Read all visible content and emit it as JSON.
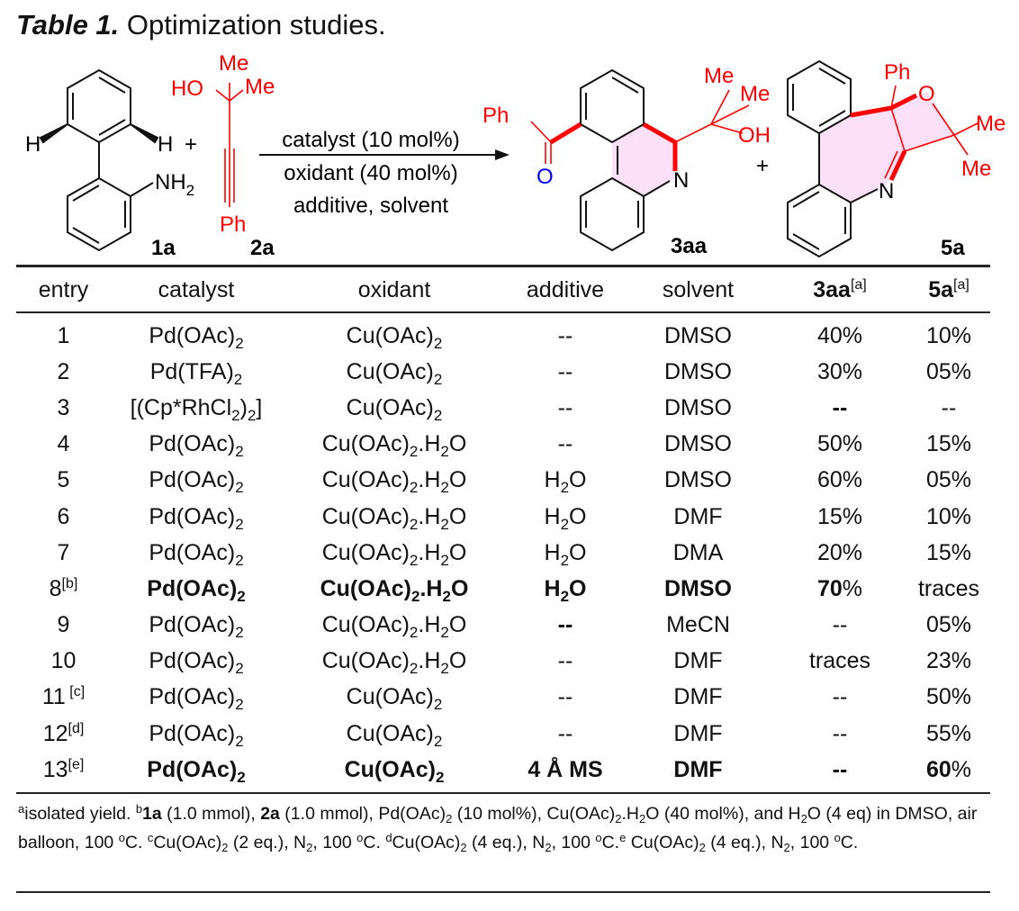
{
  "title": {
    "label": "Table 1.",
    "text": " Optimization studies."
  },
  "scheme": {
    "r1": {
      "h_left": "H",
      "h_right": "H",
      "nh": "NH",
      "nh_sub": "2",
      "plus": "+",
      "label": "1a"
    },
    "r2": {
      "ho": "HO",
      "me1": "Me",
      "me2": "Me",
      "ph": "Ph",
      "label": "2a"
    },
    "conditions": [
      "catalyst (10 mol%)",
      "oxidant (40 mol%)",
      "additive, solvent"
    ],
    "p1": {
      "ph": "Ph",
      "o": "O",
      "n": "N",
      "me1": "Me",
      "me2": "Me",
      "oh": "OH",
      "label": "3aa"
    },
    "plus2": "+",
    "p2": {
      "ph": "Ph",
      "o": "O",
      "n": "N",
      "me1": "Me",
      "me2": "Me",
      "label": "5a"
    },
    "colors": {
      "red": "#ff0000",
      "blue": "#0000ff",
      "pink": "#fbe0f8"
    }
  },
  "table": {
    "headers": [
      [
        {
          "t": "entry"
        }
      ],
      [
        {
          "t": "catalyst"
        }
      ],
      [
        {
          "t": "oxidant"
        }
      ],
      [
        {
          "t": "additive"
        }
      ],
      [
        {
          "t": "solvent"
        }
      ],
      [
        {
          "t": "3aa",
          "b": true
        },
        {
          "sup": "[a]"
        }
      ],
      [
        {
          "t": "5a",
          "b": true
        },
        {
          "sup": "[a]"
        }
      ]
    ],
    "rows": [
      [
        [
          {
            "t": "1"
          }
        ],
        [
          {
            "t": "Pd(OAc)"
          },
          {
            "sub": "2"
          }
        ],
        [
          {
            "t": "Cu(OAc)"
          },
          {
            "sub": "2"
          }
        ],
        [
          {
            "t": "--"
          }
        ],
        [
          {
            "t": "DMSO"
          }
        ],
        [
          {
            "t": "40%"
          }
        ],
        [
          {
            "t": "10%"
          }
        ]
      ],
      [
        [
          {
            "t": "2"
          }
        ],
        [
          {
            "t": "Pd(TFA)"
          },
          {
            "sub": "2"
          }
        ],
        [
          {
            "t": "Cu(OAc)"
          },
          {
            "sub": "2"
          }
        ],
        [
          {
            "t": "--"
          }
        ],
        [
          {
            "t": "DMSO"
          }
        ],
        [
          {
            "t": "30%"
          }
        ],
        [
          {
            "t": "05%"
          }
        ]
      ],
      [
        [
          {
            "t": "3"
          }
        ],
        [
          {
            "t": "[(Cp*RhCl"
          },
          {
            "sub": "2"
          },
          {
            "t": ")"
          },
          {
            "sub": "2"
          },
          {
            "t": "]"
          }
        ],
        [
          {
            "t": "Cu(OAc)"
          },
          {
            "sub": "2"
          }
        ],
        [
          {
            "t": "--"
          }
        ],
        [
          {
            "t": "DMSO"
          }
        ],
        [
          {
            "t": "--",
            "b": true
          }
        ],
        [
          {
            "t": "--"
          }
        ]
      ],
      [
        [
          {
            "t": "4"
          }
        ],
        [
          {
            "t": "Pd(OAc)"
          },
          {
            "sub": "2"
          }
        ],
        [
          {
            "t": "Cu(OAc)"
          },
          {
            "sub": "2"
          },
          {
            "t": ".H"
          },
          {
            "sub": "2"
          },
          {
            "t": "O"
          }
        ],
        [
          {
            "t": "--"
          }
        ],
        [
          {
            "t": "DMSO"
          }
        ],
        [
          {
            "t": "50%"
          }
        ],
        [
          {
            "t": "15%"
          }
        ]
      ],
      [
        [
          {
            "t": "5"
          }
        ],
        [
          {
            "t": "Pd(OAc)"
          },
          {
            "sub": "2"
          }
        ],
        [
          {
            "t": "Cu(OAc)"
          },
          {
            "sub": "2"
          },
          {
            "t": ".H"
          },
          {
            "sub": "2"
          },
          {
            "t": "O"
          }
        ],
        [
          {
            "t": "H"
          },
          {
            "sub": "2"
          },
          {
            "t": "O"
          }
        ],
        [
          {
            "t": "DMSO"
          }
        ],
        [
          {
            "t": "60%"
          }
        ],
        [
          {
            "t": "05%"
          }
        ]
      ],
      [
        [
          {
            "t": "6"
          }
        ],
        [
          {
            "t": "Pd(OAc)"
          },
          {
            "sub": "2"
          }
        ],
        [
          {
            "t": "Cu(OAc)"
          },
          {
            "sub": "2"
          },
          {
            "t": ".H"
          },
          {
            "sub": "2"
          },
          {
            "t": "O"
          }
        ],
        [
          {
            "t": "H"
          },
          {
            "sub": "2"
          },
          {
            "t": "O"
          }
        ],
        [
          {
            "t": "DMF"
          }
        ],
        [
          {
            "t": "15%"
          }
        ],
        [
          {
            "t": "10%"
          }
        ]
      ],
      [
        [
          {
            "t": "7"
          }
        ],
        [
          {
            "t": "Pd(OAc)"
          },
          {
            "sub": "2"
          }
        ],
        [
          {
            "t": "Cu(OAc)"
          },
          {
            "sub": "2"
          },
          {
            "t": ".H"
          },
          {
            "sub": "2"
          },
          {
            "t": "O"
          }
        ],
        [
          {
            "t": "H"
          },
          {
            "sub": "2"
          },
          {
            "t": "O"
          }
        ],
        [
          {
            "t": "DMA"
          }
        ],
        [
          {
            "t": "20%"
          }
        ],
        [
          {
            "t": "15%"
          }
        ]
      ],
      [
        [
          {
            "t": "8"
          },
          {
            "sup": "[b]"
          }
        ],
        [
          {
            "t": "Pd(OAc)",
            "b": true
          },
          {
            "sub": "2",
            "b": true
          }
        ],
        [
          {
            "t": "Cu(OAc)",
            "b": true
          },
          {
            "sub": "2",
            "b": true
          },
          {
            "t": ".H",
            "b": true
          },
          {
            "sub": "2",
            "b": true
          },
          {
            "t": "O",
            "b": true
          }
        ],
        [
          {
            "t": "H",
            "b": true
          },
          {
            "sub": "2",
            "b": true
          },
          {
            "t": "O",
            "b": true
          }
        ],
        [
          {
            "t": "DMSO",
            "b": true
          }
        ],
        [
          {
            "t": "70",
            "b": true
          },
          {
            "t": "%"
          }
        ],
        [
          {
            "t": "traces"
          }
        ]
      ],
      [
        [
          {
            "t": "9"
          }
        ],
        [
          {
            "t": "Pd(OAc)"
          },
          {
            "sub": "2"
          }
        ],
        [
          {
            "t": "Cu(OAc)"
          },
          {
            "sub": "2"
          },
          {
            "t": ".H"
          },
          {
            "sub": "2"
          },
          {
            "t": "O"
          }
        ],
        [
          {
            "t": "--",
            "b": true
          }
        ],
        [
          {
            "t": "MeCN"
          }
        ],
        [
          {
            "t": "--"
          }
        ],
        [
          {
            "t": "05%"
          }
        ]
      ],
      [
        [
          {
            "t": "10"
          }
        ],
        [
          {
            "t": "Pd(OAc)"
          },
          {
            "sub": "2"
          }
        ],
        [
          {
            "t": "Cu(OAc)"
          },
          {
            "sub": "2"
          },
          {
            "t": ".H"
          },
          {
            "sub": "2"
          },
          {
            "t": "O"
          }
        ],
        [
          {
            "t": "--"
          }
        ],
        [
          {
            "t": "DMF"
          }
        ],
        [
          {
            "t": "traces"
          }
        ],
        [
          {
            "t": "23%"
          }
        ]
      ],
      [
        [
          {
            "t": "11"
          },
          {
            "sup": " [c]"
          }
        ],
        [
          {
            "t": "Pd(OAc)"
          },
          {
            "sub": "2"
          }
        ],
        [
          {
            "t": "Cu(OAc)"
          },
          {
            "sub": "2"
          }
        ],
        [
          {
            "t": "--"
          }
        ],
        [
          {
            "t": "DMF"
          }
        ],
        [
          {
            "t": "--"
          }
        ],
        [
          {
            "t": "50%"
          }
        ]
      ],
      [
        [
          {
            "t": "12"
          },
          {
            "sup": "[d]"
          }
        ],
        [
          {
            "t": "Pd(OAc)"
          },
          {
            "sub": "2"
          }
        ],
        [
          {
            "t": "Cu(OAc)"
          },
          {
            "sub": "2"
          }
        ],
        [
          {
            "t": "--"
          }
        ],
        [
          {
            "t": "DMF"
          }
        ],
        [
          {
            "t": "--"
          }
        ],
        [
          {
            "t": "55%"
          }
        ]
      ],
      [
        [
          {
            "t": "13"
          },
          {
            "sup": "[e]"
          }
        ],
        [
          {
            "t": "Pd(OAc)",
            "b": true
          },
          {
            "sub": "2",
            "b": true
          }
        ],
        [
          {
            "t": "Cu(OAc)",
            "b": true
          },
          {
            "sub": "2",
            "b": true
          }
        ],
        [
          {
            "t": "4 Å MS",
            "b": true
          }
        ],
        [
          {
            "t": "DMF",
            "b": true
          }
        ],
        [
          {
            "t": "--",
            "b": true
          }
        ],
        [
          {
            "t": "60",
            "b": true
          },
          {
            "t": "%"
          }
        ]
      ]
    ]
  },
  "footnote": [
    {
      "sup": "a"
    },
    {
      "t": "isolated yield. "
    },
    {
      "sup": "b"
    },
    {
      "t": "1a",
      "b": true
    },
    {
      "t": " (1.0 mmol), "
    },
    {
      "t": "2a",
      "b": true
    },
    {
      "t": " (1.0 mmol), Pd(OAc)"
    },
    {
      "sub": "2"
    },
    {
      "t": " (10 mol%), Cu(OAc)"
    },
    {
      "sub": "2"
    },
    {
      "t": ".H"
    },
    {
      "sub": "2"
    },
    {
      "t": "O (40 mol%), and H"
    },
    {
      "sub": "2"
    },
    {
      "t": "O (4 eq)  in DMSO, air balloon, 100 "
    },
    {
      "sup": "o"
    },
    {
      "t": "C. "
    },
    {
      "sup": "c"
    },
    {
      "t": "Cu(OAc)"
    },
    {
      "sub": "2"
    },
    {
      "t": " (2 eq.), N"
    },
    {
      "sub": "2"
    },
    {
      "t": ", 100 "
    },
    {
      "sup": "o"
    },
    {
      "t": "C. "
    },
    {
      "sup": "d"
    },
    {
      "t": "Cu(OAc)"
    },
    {
      "sub": "2"
    },
    {
      "t": " (4 eq.), N"
    },
    {
      "sub": "2"
    },
    {
      "t": ", 100 "
    },
    {
      "sup": "o"
    },
    {
      "t": "C."
    },
    {
      "sup": "e"
    },
    {
      "t": " Cu(OAc)"
    },
    {
      "sub": "2"
    },
    {
      "t": " (4 eq.), N"
    },
    {
      "sub": "2"
    },
    {
      "t": ", 100 "
    },
    {
      "sup": "o"
    },
    {
      "t": "C."
    }
  ]
}
